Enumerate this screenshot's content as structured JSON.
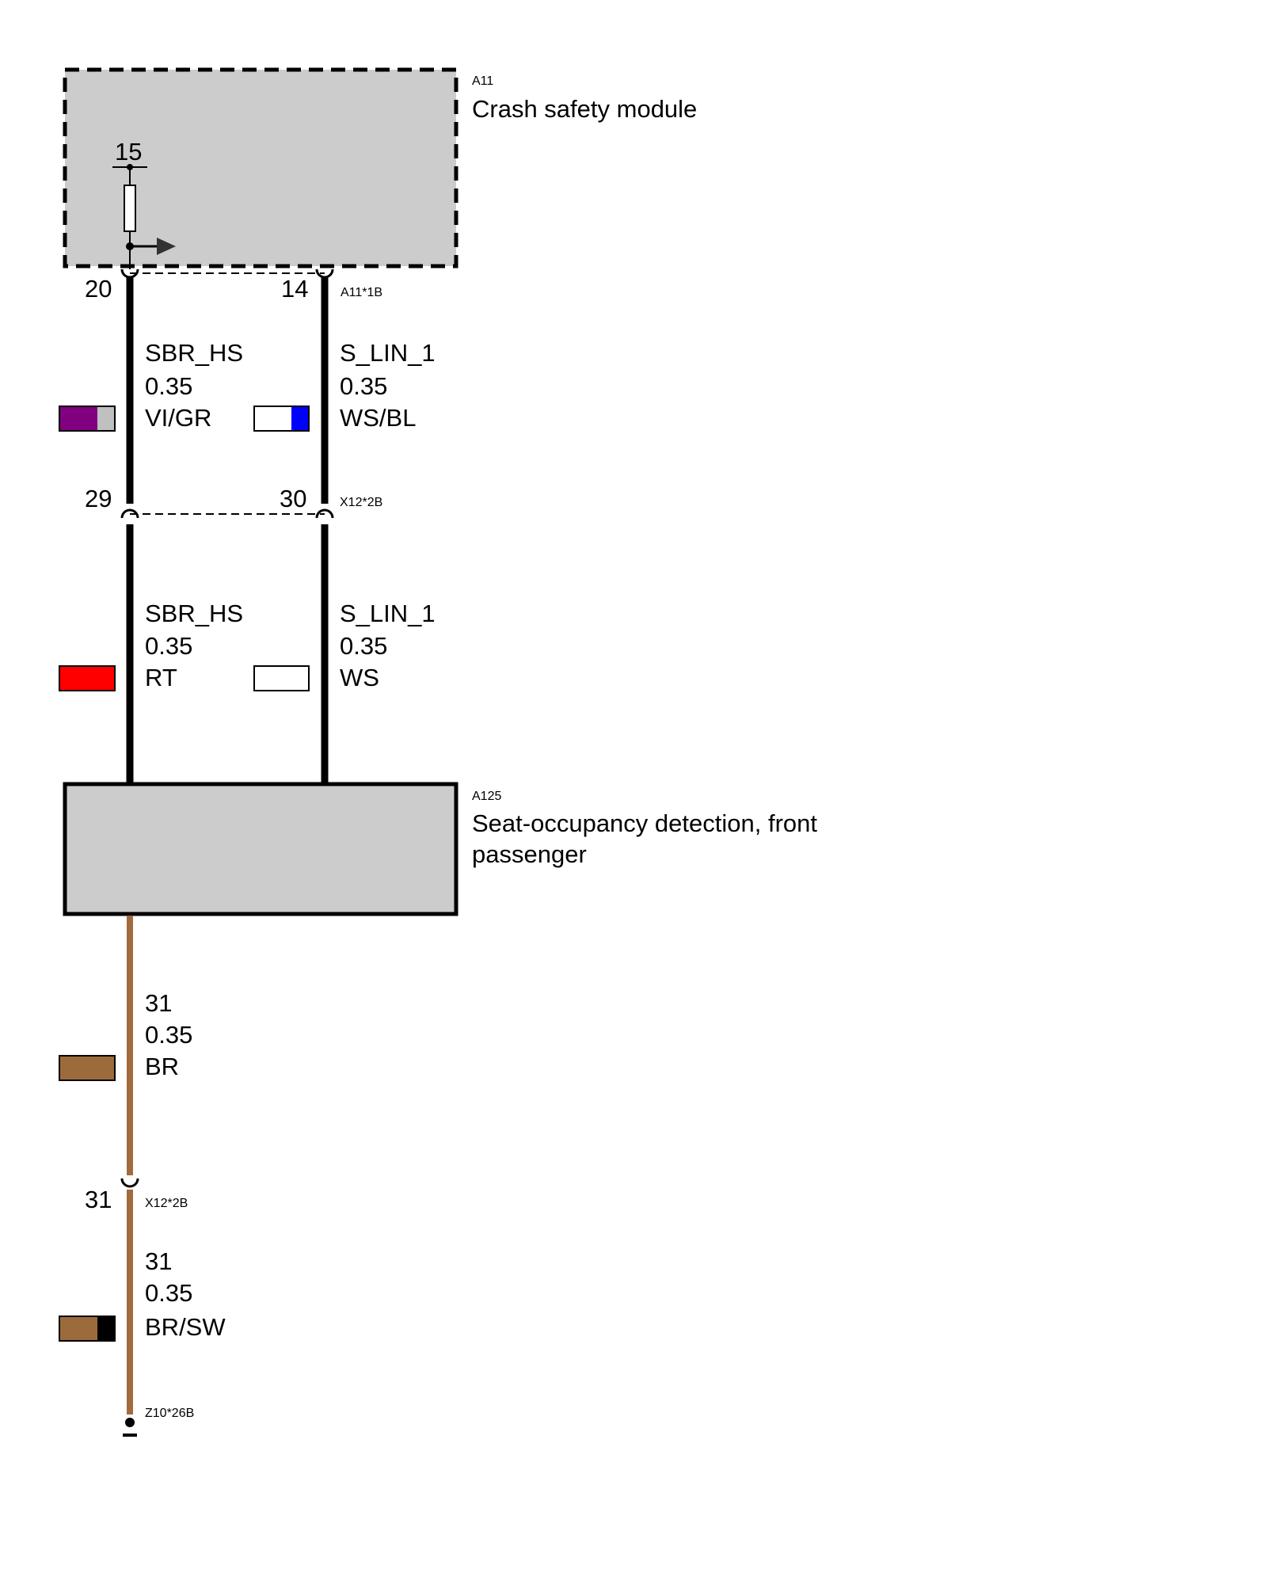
{
  "colors": {
    "wire_black": "#000000",
    "wire_brown": "#A26B3E",
    "module_fill": "#CCCCCC",
    "violet": "#800080",
    "grey": "#C0C0C0",
    "white": "#FFFFFF",
    "blue": "#0000FF",
    "red": "#FF0000",
    "brown": "#9C6B3C",
    "black": "#000000"
  },
  "modules": {
    "crash": {
      "id": "A11",
      "name": "Crash safety module",
      "internal_terminal": "15"
    },
    "seat": {
      "id": "A125",
      "name_line1": "Seat-occupancy detection, front",
      "name_line2": "passenger"
    }
  },
  "connectors": {
    "a11": {
      "code": "A11*1B",
      "pin_left": "20",
      "pin_right": "14"
    },
    "x12_top": {
      "code": "X12*2B",
      "pin_left": "29",
      "pin_right": "30"
    },
    "x12_ground": {
      "code": "X12*2B",
      "pin": "31"
    },
    "ground": {
      "code": "Z10*26B"
    }
  },
  "wires": {
    "sbr_upper": {
      "signal": "SBR_HS",
      "gauge": "0.35",
      "color_code": "VI/GR",
      "icon": "violet-grey-swatch"
    },
    "lin_upper": {
      "signal": "S_LIN_1",
      "gauge": "0.35",
      "color_code": "WS/BL",
      "icon": "white-blue-swatch"
    },
    "sbr_lower": {
      "signal": "SBR_HS",
      "gauge": "0.35",
      "color_code": "RT",
      "icon": "red-swatch"
    },
    "lin_lower": {
      "signal": "S_LIN_1",
      "gauge": "0.35",
      "color_code": "WS",
      "icon": "white-swatch"
    },
    "gnd_upper": {
      "signal": "31",
      "gauge": "0.35",
      "color_code": "BR",
      "icon": "brown-swatch"
    },
    "gnd_lower": {
      "signal": "31",
      "gauge": "0.35",
      "color_code": "BR/SW",
      "icon": "brown-black-swatch"
    }
  }
}
